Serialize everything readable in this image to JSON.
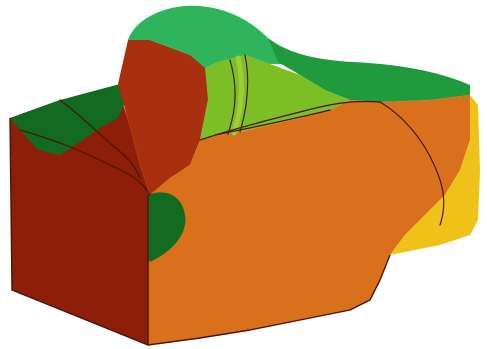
{
  "diagram": {
    "kind": "3d-geological-block-cross-section",
    "colors": {
      "front_face_dark_red": "#8c1e0a",
      "front_face_red": "#a8300f",
      "front_face_red_light": "#b84316",
      "right_face_orange": "#d9711c",
      "right_face_orange_light": "#e07e22",
      "right_face_yellow": "#efc21a",
      "top_green_light": "#2eb45a",
      "top_green_mid": "#1f9a3c",
      "top_green_dark": "#136b22",
      "valley_lime": "#7cbe25",
      "valley_lime_light": "#9ccf34",
      "outline": "#4a1505"
    },
    "layers": [
      {
        "name": "upper-left-green-terrace",
        "color_key": "top_green_dark"
      },
      {
        "name": "hill-top-green-cap",
        "color_key": "top_green_light"
      },
      {
        "name": "right-green-ridge",
        "color_key": "top_green_mid"
      },
      {
        "name": "central-lime-valley",
        "color_key": "valley_lime"
      },
      {
        "name": "front-red-rock-face",
        "color_key": "front_face_dark_red"
      },
      {
        "name": "cliff-red-rock-face",
        "color_key": "front_face_red"
      },
      {
        "name": "orange-sediment-face",
        "color_key": "right_face_orange"
      },
      {
        "name": "yellow-sediment-wedge",
        "color_key": "right_face_yellow"
      },
      {
        "name": "green-embayment",
        "color_key": "top_green_dark"
      }
    ]
  }
}
